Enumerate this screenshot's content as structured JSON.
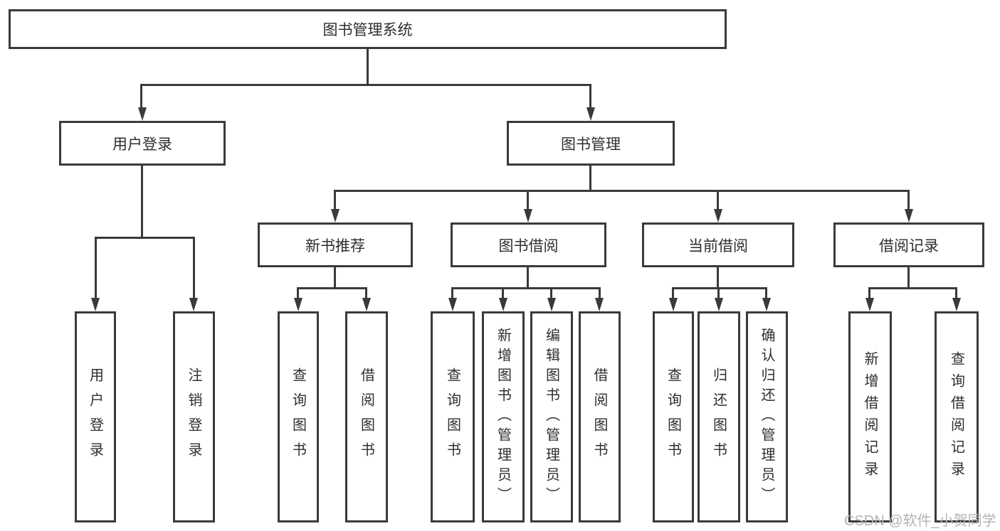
{
  "colors": {
    "line": "#3a3a3a",
    "text": "#2e2e2e",
    "background": "#ffffff",
    "watermark": "#b3b3b3"
  },
  "tree": {
    "root": "图书管理系统",
    "branches": {
      "user_login": "用户登录",
      "book_mgmt": "图书管理"
    },
    "modules": [
      "新书推荐",
      "图书借阅",
      "当前借阅",
      "借阅记录"
    ],
    "leaves": {
      "user_login": [
        "用户登录",
        "注销登录"
      ],
      "new_book": [
        "查询图书",
        "借阅图书"
      ],
      "book_borrow": [
        "查询图书",
        "新增图书（管理员）",
        "编辑图书（管理员）",
        "借阅图书"
      ],
      "current_borrow": [
        "查询图书",
        "归还图书",
        "确认归还（管理员）"
      ],
      "borrow_record": [
        "新增借阅记录",
        "查询借阅记录"
      ]
    }
  },
  "watermark": {
    "text": "CSDN @软件_小贺同学"
  }
}
